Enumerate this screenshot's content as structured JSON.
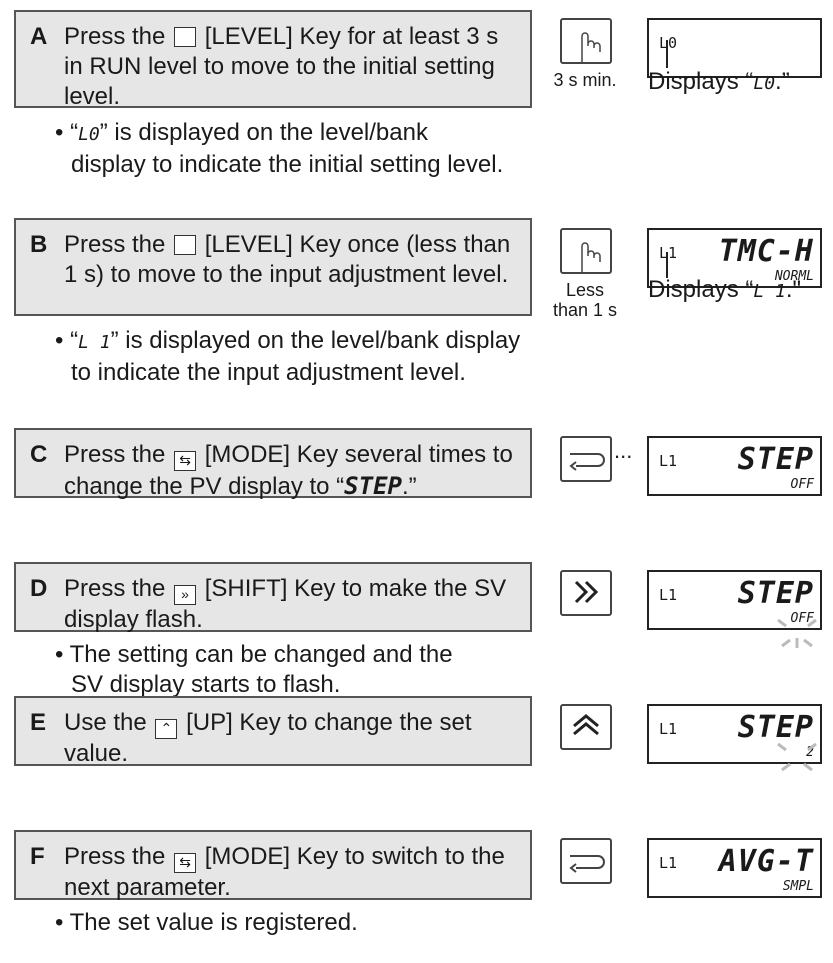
{
  "steps": [
    {
      "letter": "A",
      "text_before": "Press the",
      "key_name": "[LEVEL] Key for at least 3 s in RUN level to move to the initial setting level.",
      "bullet": [
        "“",
        "” is displayed on the level/bank",
        "display to indicate the initial setting level."
      ],
      "bullet_code": "L0",
      "key_icon": "level-key-icon",
      "key_label": "3 s min.",
      "display": {
        "level": "L0",
        "pv": "",
        "sv": ""
      },
      "caption_prefix": "Displays “",
      "caption_code": "L0",
      "caption_suffix": ".”"
    },
    {
      "letter": "B",
      "text_before": "Press the",
      "key_name": "[LEVEL] Key once (less than 1 s) to move to the input adjustment level.",
      "bullet": [
        "“",
        "” is displayed on the level/bank display",
        "to indicate the input adjustment level."
      ],
      "bullet_code": "L 1",
      "key_icon": "level-key-icon",
      "key_label": "Less\nthan 1 s",
      "display": {
        "level": "L1",
        "pv": "TMC-H",
        "sv": "NORML"
      },
      "caption_prefix": "Displays “",
      "caption_code": "L 1",
      "caption_suffix": ".\""
    },
    {
      "letter": "C",
      "text_before": "Press the",
      "key_name": "[MODE] Key several times to change the PV display to “",
      "key_name_code": "STEP",
      "key_name_end": ".”",
      "key_icon": "mode-key-icon",
      "display": {
        "level": "L1",
        "pv": "STEP",
        "sv": "OFF"
      }
    },
    {
      "letter": "D",
      "text_before": "Press the",
      "key_name": "[SHIFT] Key to make the SV display flash.",
      "bullet": [
        "The setting can be changed and the",
        "SV display starts to flash."
      ],
      "key_icon": "shift-key-icon",
      "display": {
        "level": "L1",
        "pv": "STEP",
        "sv": "OFF"
      }
    },
    {
      "letter": "E",
      "text_before": "Use the",
      "key_name": "[UP] Key to change the set value.",
      "key_icon": "up-key-icon",
      "display": {
        "level": "L1",
        "pv": "STEP",
        "sv": "2"
      }
    },
    {
      "letter": "F",
      "text_before": "Press the",
      "key_name": "[MODE] Key to switch to the next parameter.",
      "bullet": [
        "The set value is registered."
      ],
      "key_icon": "mode-key-icon",
      "display": {
        "level": "L1",
        "pv": "AVG-T",
        "sv": "SMPL"
      }
    }
  ],
  "ellipsis": "..."
}
